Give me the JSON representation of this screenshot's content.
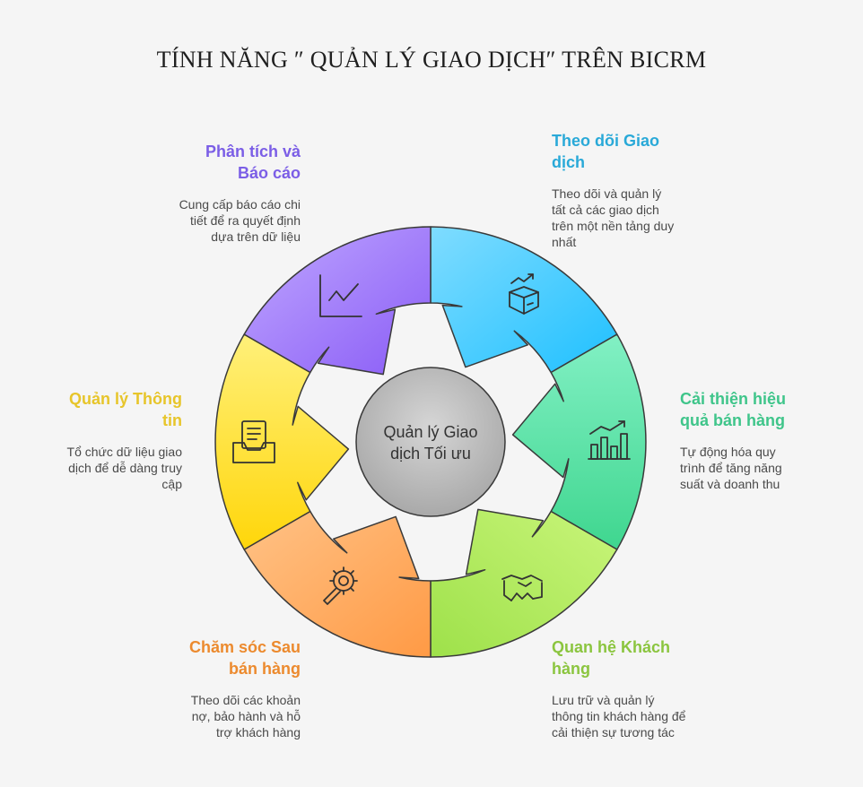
{
  "title": "TÍNH NĂNG ″ QUẢN LÝ GIAO DỊCH″ TRÊN BICRM",
  "center": {
    "line1": "Quản lý Giao",
    "line2": "dịch Tối ưu"
  },
  "segments": [
    {
      "id": "tracking",
      "title": "Theo dõi Giao dịch",
      "desc": "Theo dõi và quản lý tất cả các giao dịch trên một nền tảng duy nhất",
      "color": "#29b6e0",
      "icon": "box-growth-icon"
    },
    {
      "id": "sales",
      "title": "Cải thiện hiệu quả bán hàng",
      "desc": "Tự động hóa quy trình để tăng năng suất và doanh thu",
      "color": "#3fc58a",
      "icon": "bar-chart-icon"
    },
    {
      "id": "customer",
      "title": "Quan hệ Khách hàng",
      "desc": "Lưu trữ và quản lý thông tin khách hàng để cải thiện sự tương tác",
      "color": "#8bc53f",
      "icon": "handshake-icon"
    },
    {
      "id": "aftersales",
      "title": "Chăm sóc Sau bán hàng",
      "desc": "Theo dõi các khoản nợ, bảo hành và hỗ trợ khách hàng",
      "color": "#ec8a2e",
      "icon": "wrench-gear-icon"
    },
    {
      "id": "info",
      "title": "Quản lý Thông tin",
      "desc": "Tổ chức dữ liệu giao dịch để dễ dàng truy cập",
      "color": "#e7c52a",
      "icon": "document-tray-icon"
    },
    {
      "id": "analytics",
      "title": "Phân tích và Báo cáo",
      "desc": "Cung cấp báo cáo chi tiết để ra quyết định dựa trên dữ liệu",
      "color": "#7b5ee6",
      "icon": "line-chart-icon"
    }
  ]
}
